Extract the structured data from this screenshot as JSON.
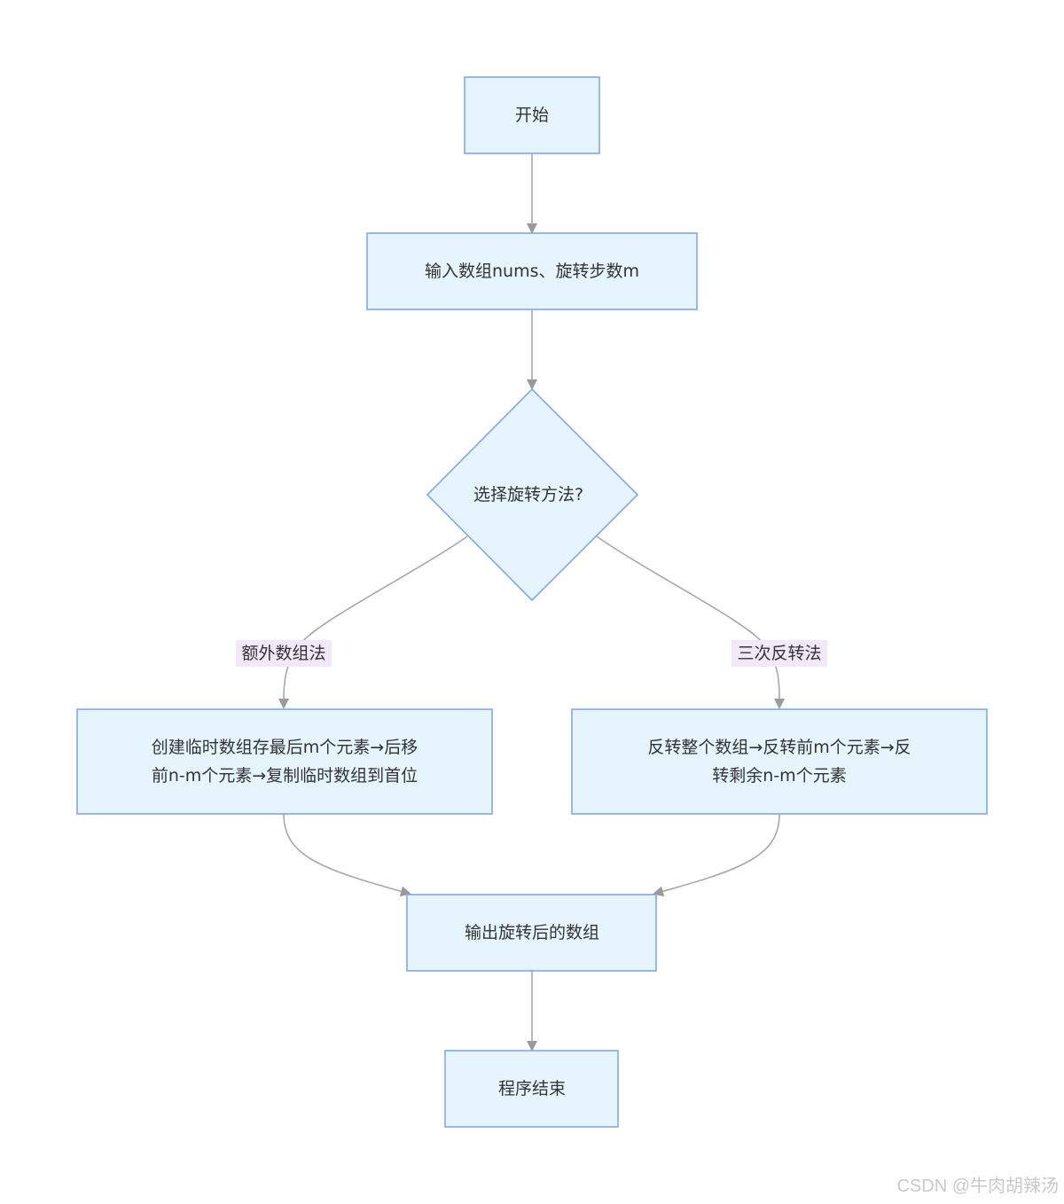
{
  "diagram": {
    "type": "flowchart",
    "direction": "top-down",
    "colors": {
      "node_fill": "#e6f5fd",
      "node_stroke": "#7fa8e6",
      "edge": "#a8a8a8",
      "label_bg": "#f1e9f8",
      "text": "#333333"
    },
    "nodes": {
      "start": {
        "shape": "rect",
        "label": "开始"
      },
      "input": {
        "shape": "rect",
        "label": "输入数组nums、旋转步数m"
      },
      "decision": {
        "shape": "diamond",
        "label": "选择旋转方法?"
      },
      "extra_array": {
        "shape": "rect",
        "label_lines": [
          "创建临时数组存最后m个元素→后移",
          "前n-m个元素→复制临时数组到首位"
        ]
      },
      "triple_reverse": {
        "shape": "rect",
        "label_lines": [
          "反转整个数组→反转前m个元素→反",
          "转剩余n-m个元素"
        ]
      },
      "output": {
        "shape": "rect",
        "label": "输出旋转后的数组"
      },
      "end": {
        "shape": "rect",
        "label": "程序结束"
      }
    },
    "edges": [
      {
        "from": "start",
        "to": "input",
        "label": ""
      },
      {
        "from": "input",
        "to": "decision",
        "label": ""
      },
      {
        "from": "decision",
        "to": "extra_array",
        "label": "额外数组法"
      },
      {
        "from": "decision",
        "to": "triple_reverse",
        "label": "三次反转法"
      },
      {
        "from": "extra_array",
        "to": "output",
        "label": ""
      },
      {
        "from": "triple_reverse",
        "to": "output",
        "label": ""
      },
      {
        "from": "output",
        "to": "end",
        "label": ""
      }
    ],
    "edge_labels": {
      "left": "额外数组法",
      "right": "三次反转法"
    }
  },
  "watermark": "CSDN @牛肉胡辣汤"
}
